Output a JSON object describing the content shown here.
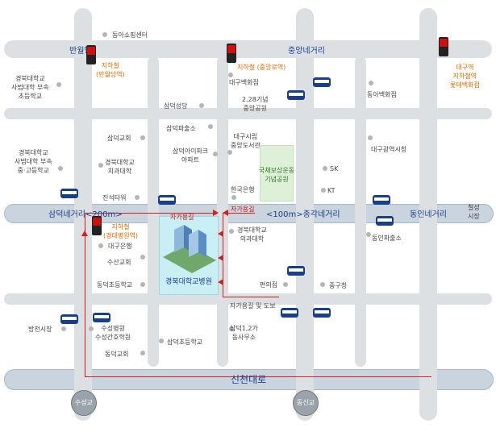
{
  "colors": {
    "road": "#dde0e3",
    "main_road": "#c9d4de",
    "route_line": "#d21f1f",
    "subway": "#cc1111",
    "park": "#dff0d8",
    "hospital_block": "#c9eef4"
  },
  "roads": {
    "banwoldang": "반월당",
    "jungang_intersection": "중앙네거리",
    "samdeok_intersection": "삼덕네거리<200m>",
    "jonggak_intersection": "<100m>종각네거리",
    "dongin_intersection": "동인네거리",
    "sincheon_road": "신천대로",
    "chilseong_market": "칠성\n시장",
    "suseonggyo": "수성교",
    "dongsingyo": "동신교"
  },
  "subway": {
    "banwoldang_line1": "지하철",
    "banwoldang_line2": "(반월당역)",
    "jungangno": "지하철 (중앙로역)",
    "kyungpook_line1": "지하철",
    "kyungpook_line2": "(경대병원역)",
    "daegu_line1": "대구역",
    "daegu_line2": "지하철역",
    "daegu_line3": "롯데백화점"
  },
  "places": {
    "dongah_shopping": "동아쇼핑센터",
    "knu_elem_1": "경북대학교",
    "knu_elem_2": "사범대학 부속",
    "knu_elem_3": "초등학교",
    "daegu_dept": "대구백화점",
    "memorial_park_1": "2.28기념",
    "memorial_park_2": "중앙공원",
    "samdeok_church_hall": "삼덕성당",
    "dongah_dept": "동아백화점",
    "samdeok_church": "삼덕교회",
    "samdeok_police": "삼덕파출소",
    "knu_middle_1": "경북대학교",
    "knu_middle_2": "사범대학 부속",
    "knu_middle_3": "중·고등학교",
    "knu_dental_1": "경북대학교",
    "knu_dental_2": "치과대학",
    "samdeok_ipark_1": "삼덕아이파크",
    "samdeok_ipark_2": "아파트",
    "library_1": "대구시립",
    "library_2": "중앙도서관",
    "daegu_station": "대구광역시청",
    "park_1": "국채보상운동",
    "park_2": "기념공원",
    "sk": "SK",
    "kt": "KT",
    "jinseong_tower": "진석타워",
    "korea_bank": "한국은행",
    "knu_medical_1": "경북대학교",
    "knu_medical_2": "의과대학",
    "dongin_police": "동인파출소",
    "daegu_bank": "대구은행",
    "susan_church": "수산교회",
    "dongdeok_elem": "동덕초등학교",
    "hospital": "경북대학교병원",
    "convenience": "편의점",
    "junggu_office": "중구청",
    "bangcheon_market": "방천시장",
    "suseong_hospital_1": "수성병원",
    "suseong_hospital_2": "수성간호학원",
    "samdeok_elem": "삼덕초등학교",
    "samdeok_office_1": "삼덕1,2가",
    "samdeok_office_2": "동사무소",
    "dongdeok_church": "동덕교회"
  },
  "routes": {
    "car_route_1": "자가용길",
    "car_route_2": "자가용길",
    "car_walk": "자가용길 및 도보"
  },
  "icons": {
    "subway": "subway-sign-icon",
    "bus": "bus-icon",
    "hospital": "hospital-building-icon"
  }
}
